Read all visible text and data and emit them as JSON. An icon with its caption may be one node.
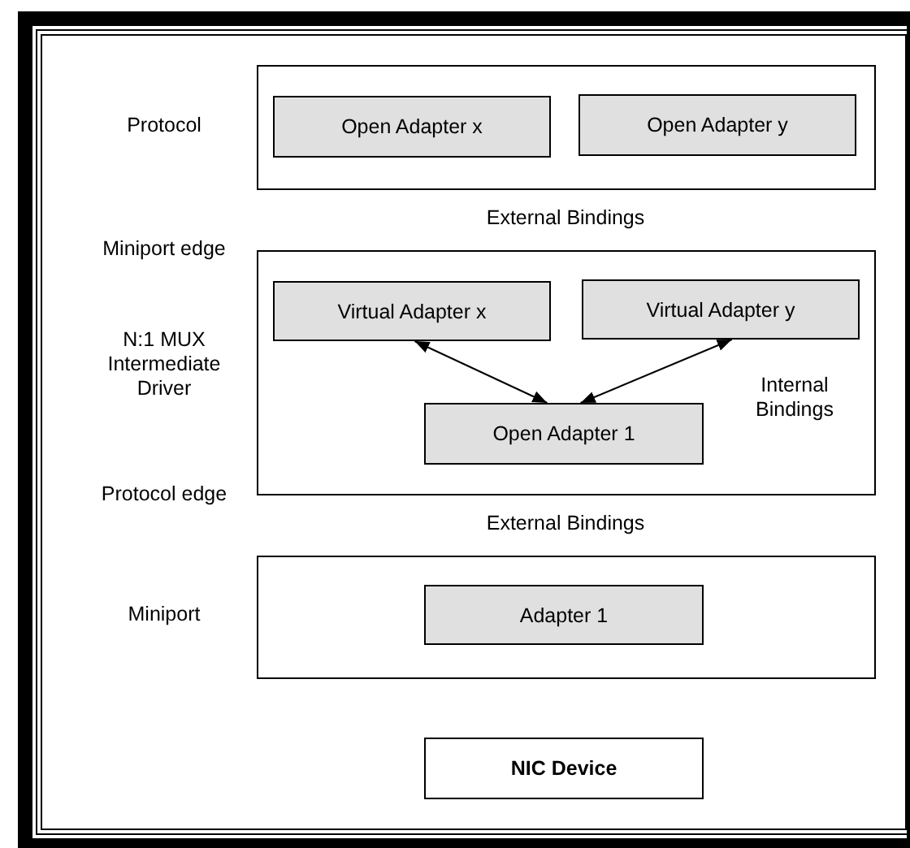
{
  "diagram": {
    "nodes": [
      {
        "text": [],
        "shape": "box",
        "beside": [
          "Protocol"
        ]
      },
      {
        "text": [
          "Open Adapter x"
        ],
        "in": 0
      },
      {
        "text": [
          "Open Adapter y"
        ],
        "in": 0
      },
      {
        "text": [],
        "shape": "box",
        "beside": [
          "N:1 MUX Intermediate Driver"
        ]
      },
      {
        "text": [
          "Virtual Adapter x"
        ],
        "in": 3
      },
      {
        "text": [
          "Virtual Adapter y"
        ],
        "in": 3
      },
      {
        "text": [
          "Open Adapter 1"
        ],
        "in": 3
      },
      {
        "text": [],
        "shape": "box",
        "beside": [
          "Miniport"
        ]
      },
      {
        "text": [
          "Adapter 1"
        ],
        "in": 7
      },
      {
        "text": [
          "NIC Device"
        ]
      }
    ],
    "edges": [
      {
        "from": 6,
        "to": 4,
        "arrow": "both"
      },
      {
        "from": 6,
        "to": 5,
        "arrow": "both"
      }
    ],
    "labels": [
      "External Bindings",
      "Miniport edge",
      "Internal Bindings",
      "Protocol edge",
      "External Bindings"
    ]
  }
}
